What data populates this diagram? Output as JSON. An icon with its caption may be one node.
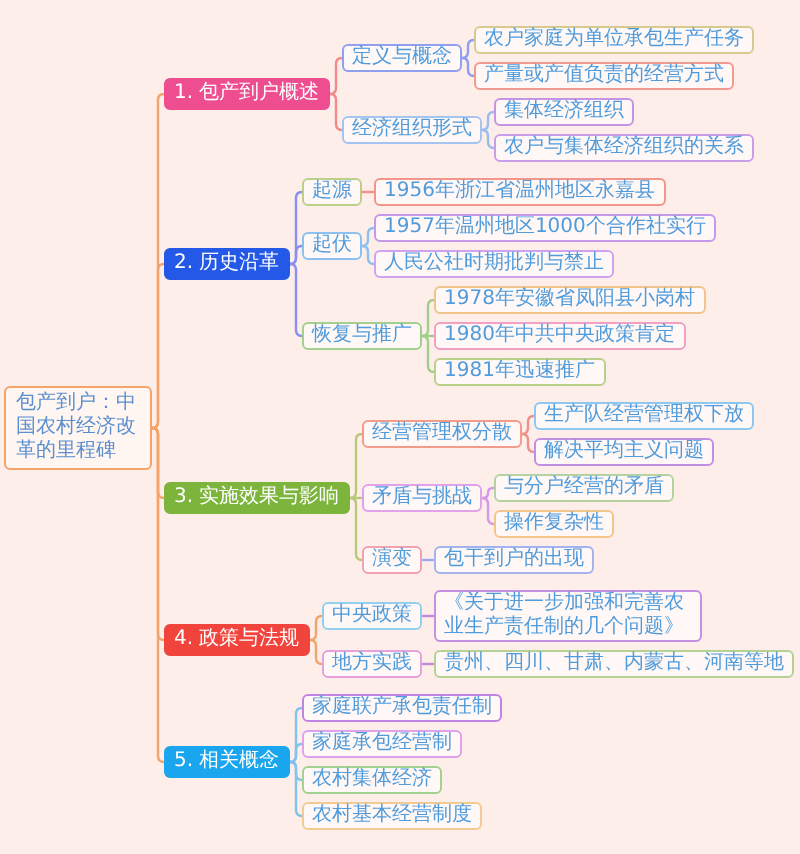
{
  "diagram": {
    "nodes": [
      {
        "text": [
          "包产到户：中国农村经济改革的里程碑"
        ]
      },
      {
        "text": [
          "1. 包产到户概述"
        ]
      },
      {
        "text": [
          "定义与概念"
        ]
      },
      {
        "text": [
          "农户家庭为单位承包生产任务"
        ]
      },
      {
        "text": [
          "产量或产值负责的经营方式"
        ]
      },
      {
        "text": [
          "经济组织形式"
        ]
      },
      {
        "text": [
          "集体经济组织"
        ]
      },
      {
        "text": [
          "农户与集体经济组织的关系"
        ]
      },
      {
        "text": [
          "2. 历史沿革"
        ]
      },
      {
        "text": [
          "起源"
        ]
      },
      {
        "text": [
          "1956年浙江省温州地区永嘉县"
        ]
      },
      {
        "text": [
          "起伏"
        ]
      },
      {
        "text": [
          "1957年温州地区1000个合作社实行"
        ]
      },
      {
        "text": [
          "人民公社时期批判与禁止"
        ]
      },
      {
        "text": [
          "恢复与推广"
        ]
      },
      {
        "text": [
          "1978年安徽省凤阳县小岗村"
        ]
      },
      {
        "text": [
          "1980年中共中央政策肯定"
        ]
      },
      {
        "text": [
          "1981年迅速推广"
        ]
      },
      {
        "text": [
          "3. 实施效果与影响"
        ]
      },
      {
        "text": [
          "经营管理权分散"
        ]
      },
      {
        "text": [
          "生产队经营管理权下放"
        ]
      },
      {
        "text": [
          "解决平均主义问题"
        ]
      },
      {
        "text": [
          "矛盾与挑战"
        ]
      },
      {
        "text": [
          "与分户经营的矛盾"
        ]
      },
      {
        "text": [
          "操作复杂性"
        ]
      },
      {
        "text": [
          "演变"
        ]
      },
      {
        "text": [
          "包干到户的出现"
        ]
      },
      {
        "text": [
          "4. 政策与法规"
        ]
      },
      {
        "text": [
          "中央政策"
        ]
      },
      {
        "text": [
          "《关于进一步加强和完善农业生产责任制的几个问题》"
        ]
      },
      {
        "text": [
          "地方实践"
        ]
      },
      {
        "text": [
          "贵州、四川、甘肃、内蒙古、河南等地"
        ]
      },
      {
        "text": [
          "5. 相关概念"
        ]
      },
      {
        "text": [
          "家庭联产承包责任制"
        ]
      },
      {
        "text": [
          "家庭承包经营制"
        ]
      },
      {
        "text": [
          "农村集体经济"
        ]
      },
      {
        "text": [
          "农村基本经营制度"
        ]
      }
    ],
    "edges": [
      {
        "from": 0,
        "to": 1,
        "arrow": "none"
      },
      {
        "from": 0,
        "to": 8,
        "arrow": "none"
      },
      {
        "from": 0,
        "to": 18,
        "arrow": "none"
      },
      {
        "from": 0,
        "to": 27,
        "arrow": "none"
      },
      {
        "from": 0,
        "to": 32,
        "arrow": "none"
      },
      {
        "from": 1,
        "to": 2,
        "arrow": "none",
        "color": "#f28a8a"
      },
      {
        "from": 1,
        "to": 5,
        "arrow": "none",
        "color": "#f28a8a"
      },
      {
        "from": 2,
        "to": 3,
        "arrow": "none",
        "color": "#8fa0f0"
      },
      {
        "from": 2,
        "to": 4,
        "arrow": "none",
        "color": "#8fa0f0"
      },
      {
        "from": 5,
        "to": 6,
        "arrow": "none",
        "color": "#9cbcf0"
      },
      {
        "from": 5,
        "to": 7,
        "arrow": "none",
        "color": "#9cbcf0"
      },
      {
        "from": 8,
        "to": 9,
        "arrow": "none",
        "color": "#8a8ff0"
      },
      {
        "from": 8,
        "to": 11,
        "arrow": "none",
        "color": "#8a8ff0"
      },
      {
        "from": 8,
        "to": 14,
        "arrow": "none",
        "color": "#8a8ff0"
      },
      {
        "from": 9,
        "to": 10,
        "arrow": "none",
        "color": "#f09090"
      },
      {
        "from": 11,
        "to": 12,
        "arrow": "none",
        "color": "#8cc0f0"
      },
      {
        "from": 11,
        "to": 13,
        "arrow": "none",
        "color": "#8cc0f0"
      },
      {
        "from": 14,
        "to": 15,
        "arrow": "none",
        "color": "#9fcf8a"
      },
      {
        "from": 14,
        "to": 16,
        "arrow": "none",
        "color": "#9fcf8a"
      },
      {
        "from": 14,
        "to": 17,
        "arrow": "none",
        "color": "#9fcf8a"
      },
      {
        "from": 18,
        "to": 19,
        "arrow": "none",
        "color": "#b9c97a"
      },
      {
        "from": 18,
        "to": 22,
        "arrow": "none",
        "color": "#b9c97a"
      },
      {
        "from": 18,
        "to": 25,
        "arrow": "none",
        "color": "#b9c97a"
      },
      {
        "from": 19,
        "to": 20,
        "arrow": "none",
        "color": "#f0908a"
      },
      {
        "from": 19,
        "to": 21,
        "arrow": "none",
        "color": "#f0908a"
      },
      {
        "from": 22,
        "to": 23,
        "arrow": "none",
        "color": "#d498e6"
      },
      {
        "from": 22,
        "to": 24,
        "arrow": "none",
        "color": "#d498e6"
      },
      {
        "from": 25,
        "to": 26,
        "arrow": "none",
        "color": "#a0a8f0"
      },
      {
        "from": 27,
        "to": 28,
        "arrow": "none"
      },
      {
        "from": 27,
        "to": 30,
        "arrow": "none"
      },
      {
        "from": 28,
        "to": 29,
        "arrow": "none",
        "color": "#c58ae0"
      },
      {
        "from": 30,
        "to": 31,
        "arrow": "none",
        "color": "#c58ae0"
      },
      {
        "from": 32,
        "to": 33,
        "arrow": "none",
        "color": "#80c4ee"
      },
      {
        "from": 32,
        "to": 34,
        "arrow": "none",
        "color": "#80c4ee"
      },
      {
        "from": 32,
        "to": 35,
        "arrow": "none",
        "color": "#80c4ee"
      },
      {
        "from": 32,
        "to": 36,
        "arrow": "none",
        "color": "#80c4ee"
      }
    ]
  }
}
